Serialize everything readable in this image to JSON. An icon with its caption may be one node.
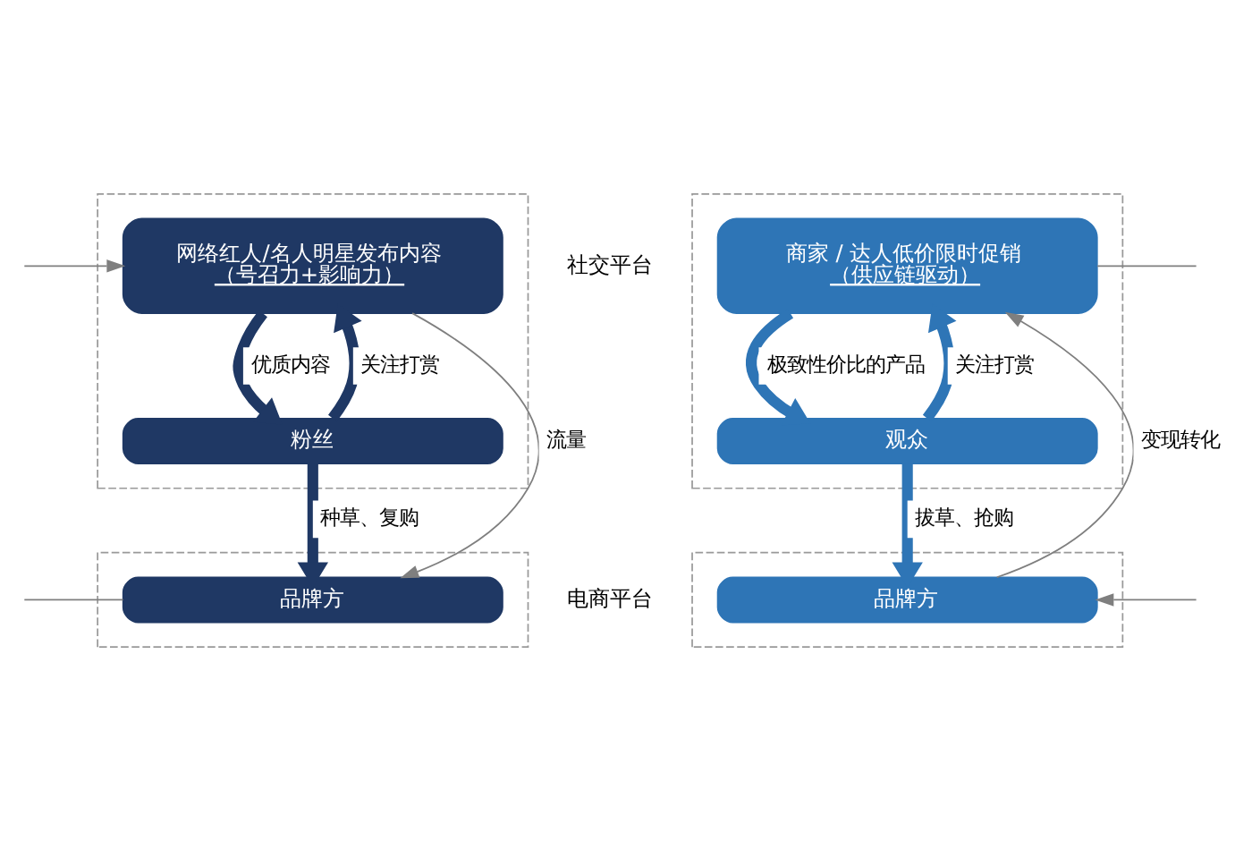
{
  "diagram": {
    "nodes": [
      {
        "text": [],
        "shape": "box"
      },
      {
        "text": [
          "网络红人/名人明星发布内容",
          "（号召力+影响力）"
        ],
        "in": 0
      },
      {
        "text": [
          "粉丝"
        ],
        "in": 0
      },
      {
        "text": [],
        "shape": "box"
      },
      {
        "text": [
          "品牌方"
        ],
        "in": 3
      },
      {
        "text": [],
        "shape": "box"
      },
      {
        "text": [
          "商家 / 达人低价限时促销",
          "（供应链驱动）"
        ],
        "in": 5
      },
      {
        "text": [
          "观众"
        ],
        "in": 5
      },
      {
        "text": [],
        "shape": "box"
      },
      {
        "text": [
          "品牌方"
        ],
        "in": 8
      }
    ],
    "edges": [
      {
        "from": 2,
        "to": 1,
        "arrow": "to",
        "label": "关注打赏",
        "style": "thick",
        "color": "#1f3864"
      },
      {
        "from": 1,
        "to": 2,
        "arrow": "to",
        "label": "优质内容",
        "style": "thick",
        "color": "#1f3864"
      },
      {
        "from": 2,
        "to": 4,
        "arrow": "to",
        "label": "种草、复购",
        "style": "thick",
        "color": "#1f3864"
      },
      {
        "from": 1,
        "to": 4,
        "arrow": "to",
        "label": "流量"
      },
      {
        "from": 7,
        "to": 6,
        "arrow": "to",
        "label": "关注打赏",
        "style": "thick",
        "color": "#2e75b6"
      },
      {
        "from": 6,
        "to": 7,
        "arrow": "to",
        "label": "极致性价比的产品",
        "style": "thick",
        "color": "#2e75b6"
      },
      {
        "from": 7,
        "to": 9,
        "arrow": "to",
        "label": "拔草、抢购",
        "style": "thick",
        "color": "#2e75b6"
      },
      {
        "from": 9,
        "to": 6,
        "arrow": "to",
        "label": "变现转化"
      },
      {
        "from": null,
        "to": 1,
        "arrow": "to"
      },
      {
        "from": 4,
        "to": null,
        "arrow": "none"
      },
      {
        "from": 6,
        "to": null,
        "arrow": "none"
      },
      {
        "from": null,
        "to": 9,
        "arrow": "to"
      }
    ],
    "labels": [
      "社交平台",
      "电商平台"
    ]
  }
}
